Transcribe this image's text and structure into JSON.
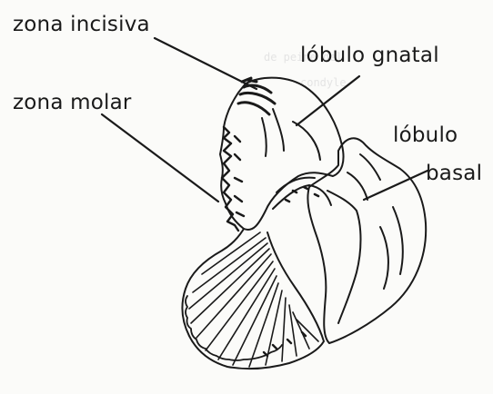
{
  "labels": {
    "zona_incisiva": "zona incisiva",
    "lobulo_gnatal": "lóbulo gnatal",
    "zona_molar": "zona molar",
    "lobulo_basal_line1": "lóbulo",
    "lobulo_basal_line2": "basal"
  },
  "ghost_text": {
    "line1": "de peine del",
    "line2": "condyle"
  },
  "colors": {
    "ink": "#1a1a1a",
    "paper": "#fbfbf9",
    "ghost": "#e4e4e4"
  }
}
